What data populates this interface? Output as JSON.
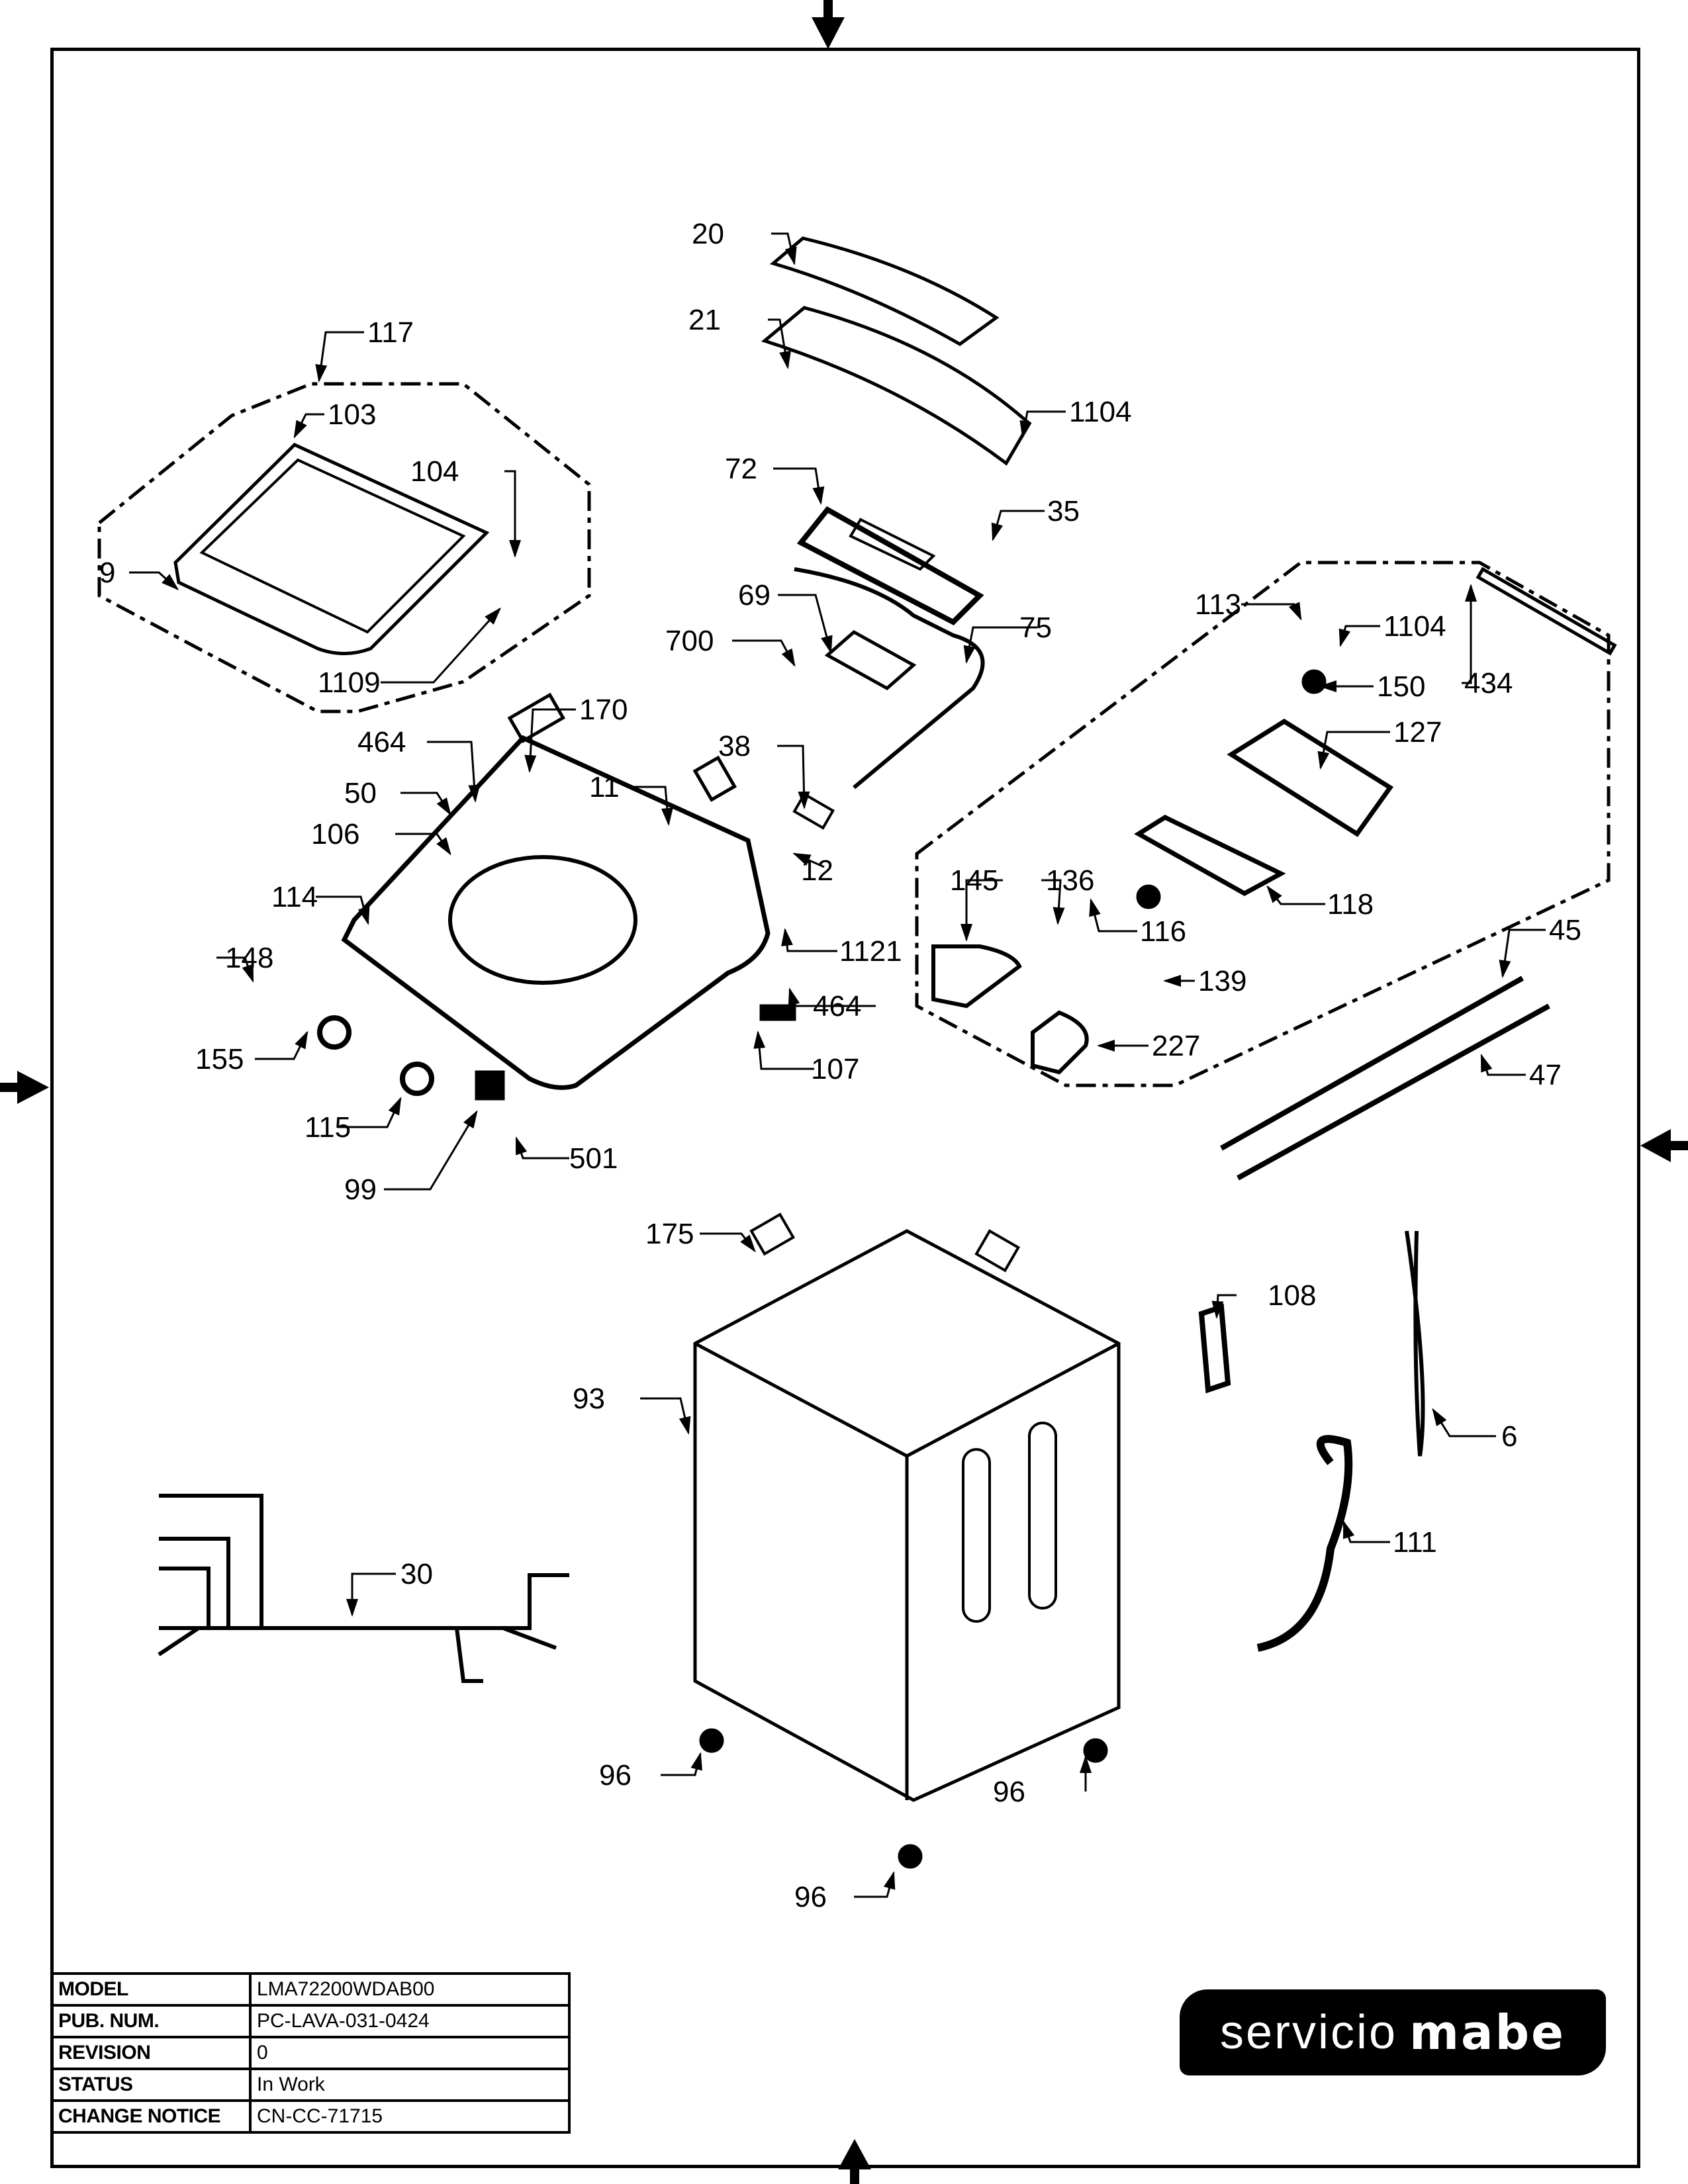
{
  "diagram": {
    "type": "exploded-parts-view",
    "subject": "Top-load washing machine cabinet and controls",
    "callouts": [
      {
        "id": "117",
        "label": "117"
      },
      {
        "id": "103",
        "label": "103"
      },
      {
        "id": "104",
        "label": "104"
      },
      {
        "id": "9",
        "label": "9"
      },
      {
        "id": "1109",
        "label": "1109"
      },
      {
        "id": "20",
        "label": "20"
      },
      {
        "id": "21",
        "label": "21"
      },
      {
        "id": "1104a",
        "label": "1104"
      },
      {
        "id": "72",
        "label": "72"
      },
      {
        "id": "35",
        "label": "35"
      },
      {
        "id": "69",
        "label": "69"
      },
      {
        "id": "75",
        "label": "75"
      },
      {
        "id": "700",
        "label": "700"
      },
      {
        "id": "113",
        "label": "113"
      },
      {
        "id": "1104b",
        "label": "1104"
      },
      {
        "id": "434",
        "label": "434"
      },
      {
        "id": "150",
        "label": "150"
      },
      {
        "id": "127",
        "label": "127"
      },
      {
        "id": "118",
        "label": "118"
      },
      {
        "id": "116",
        "label": "116"
      },
      {
        "id": "145",
        "label": "145"
      },
      {
        "id": "136",
        "label": "136"
      },
      {
        "id": "139",
        "label": "139"
      },
      {
        "id": "227",
        "label": "227"
      },
      {
        "id": "45",
        "label": "45"
      },
      {
        "id": "47",
        "label": "47"
      },
      {
        "id": "170",
        "label": "170"
      },
      {
        "id": "464a",
        "label": "464"
      },
      {
        "id": "50",
        "label": "50"
      },
      {
        "id": "106",
        "label": "106"
      },
      {
        "id": "11",
        "label": "11"
      },
      {
        "id": "38",
        "label": "38"
      },
      {
        "id": "12",
        "label": "12"
      },
      {
        "id": "114",
        "label": "114"
      },
      {
        "id": "1121",
        "label": "1121"
      },
      {
        "id": "148",
        "label": "148"
      },
      {
        "id": "464b",
        "label": "464"
      },
      {
        "id": "155",
        "label": "155"
      },
      {
        "id": "107",
        "label": "107"
      },
      {
        "id": "115",
        "label": "115"
      },
      {
        "id": "501",
        "label": "501"
      },
      {
        "id": "99",
        "label": "99"
      },
      {
        "id": "175",
        "label": "175"
      },
      {
        "id": "93",
        "label": "93"
      },
      {
        "id": "108",
        "label": "108"
      },
      {
        "id": "6",
        "label": "6"
      },
      {
        "id": "111",
        "label": "111"
      },
      {
        "id": "30",
        "label": "30"
      },
      {
        "id": "96a",
        "label": "96"
      },
      {
        "id": "96b",
        "label": "96"
      },
      {
        "id": "96c",
        "label": "96"
      }
    ]
  },
  "title_block": {
    "rows": [
      {
        "key": "MODEL",
        "value": "LMA72200WDAB00"
      },
      {
        "key": "PUB. NUM.",
        "value": "PC-LAVA-031-0424"
      },
      {
        "key": "REVISION",
        "value": "0"
      },
      {
        "key": "STATUS",
        "value": "In Work"
      },
      {
        "key": "CHANGE NOTICE",
        "value": "CN-CC-71715"
      }
    ]
  },
  "logo": {
    "light": "servicio",
    "bold": "mabe"
  }
}
